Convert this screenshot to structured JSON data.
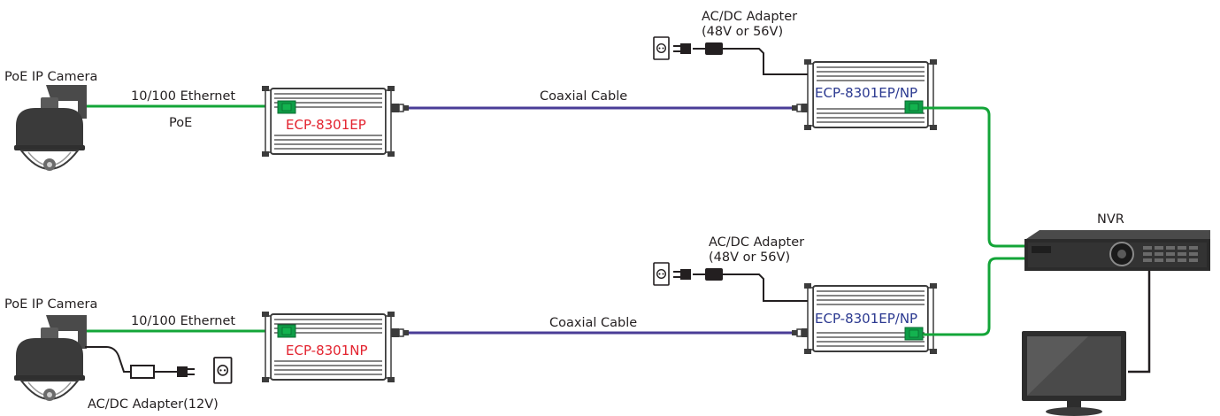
{
  "colors": {
    "ethernet": "#13a538",
    "coax": "#4a3d97",
    "device_label_local": "#e3232f",
    "device_label_remote": "#2b3990",
    "device_body": "#3c3c3c",
    "port_green": "#0f9d47"
  },
  "top_link": {
    "camera_label": "PoE IP Camera",
    "ethernet_label": "10/100 Ethernet",
    "poe_label": "PoE",
    "local_device": "ECP-8301EP",
    "coax_label": "Coaxial Cable",
    "adapter_label_line1": "AC/DC Adapter",
    "adapter_label_line2": "(48V or 56V)",
    "remote_device": "ECP-8301EP/NP"
  },
  "bottom_link": {
    "camera_label": "PoE IP Camera",
    "ethernet_label": "10/100 Ethernet",
    "camera_adapter_label": "AC/DC Adapter(12V)",
    "local_device": "ECP-8301NP",
    "coax_label": "Coaxial Cable",
    "adapter_label_line1": "AC/DC Adapter",
    "adapter_label_line2": "(48V or 56V)",
    "remote_device": "ECP-8301EP/NP"
  },
  "nvr": {
    "label": "NVR"
  },
  "icons": [
    "dome-camera-icon",
    "power-outlet-icon",
    "power-adapter-icon",
    "nvr-icon",
    "monitor-icon"
  ]
}
